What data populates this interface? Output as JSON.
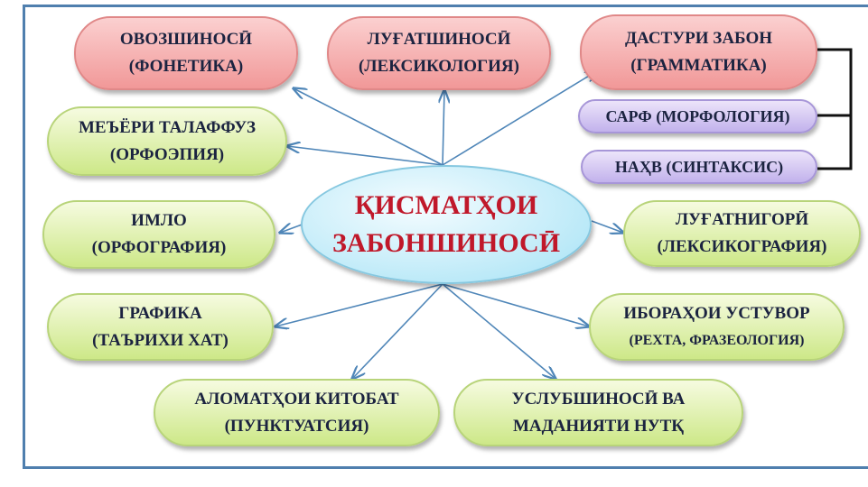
{
  "center": {
    "line1": "ҚИСМАТҲОИ",
    "line2": "ЗАБОНШИНОСӢ"
  },
  "nodes": {
    "phonetics": {
      "line1": "ОВОЗШИНОСӢ",
      "line2": "(ФОНЕТИКА)"
    },
    "lexicology": {
      "line1": "ЛУҒАТШИНОСӢ",
      "line2": "(ЛЕКСИКОЛОГИЯ)"
    },
    "grammar": {
      "line1": "ДАСТУРИ ЗАБОН",
      "line2": "(ГРАММАТИКА)"
    },
    "morphology": {
      "line1": "САРФ (МОРФОЛОГИЯ)"
    },
    "syntax": {
      "line1": "НАҲВ (СИНТАКСИС)"
    },
    "orthoepy": {
      "line1": "МЕЪЁРИ ТАЛАФФУЗ",
      "line2": "(ОРФОЭПИЯ)"
    },
    "orthography": {
      "line1": "ИМЛО",
      "line2": "(ОРФОГРАФИЯ)"
    },
    "lexicography": {
      "line1": "ЛУҒАТНИГОРӢ",
      "line2": "(ЛЕКСИКОГРАФИЯ)"
    },
    "graphics": {
      "line1": "ГРАФИКА",
      "line2": "(ТАЪРИХИ ХАТ)"
    },
    "phraseology": {
      "line1": "ИБОРАҲОИ УСТУВОР",
      "line2": "(РЕХТА, ФРАЗЕОЛОГИЯ)"
    },
    "punctuation": {
      "line1": "АЛОМАТҲОИ КИТОБАТ",
      "line2": "(ПУНКТУАТСИЯ)"
    },
    "stylistics": {
      "line1": "УСЛУБШИНОСӢ ВА",
      "line2": "МАДАНИЯТИ НУТҚ"
    }
  }
}
